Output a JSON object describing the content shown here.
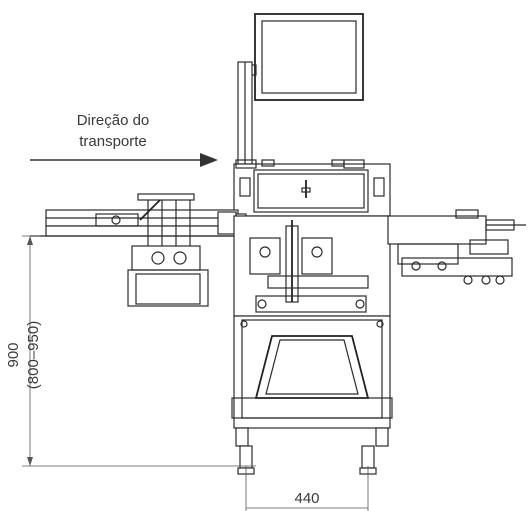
{
  "labels": {
    "direction_line1": "Direção do",
    "direction_line2": "transporte",
    "height_main": "900",
    "height_range": "(800–950)",
    "width": "440"
  }
}
